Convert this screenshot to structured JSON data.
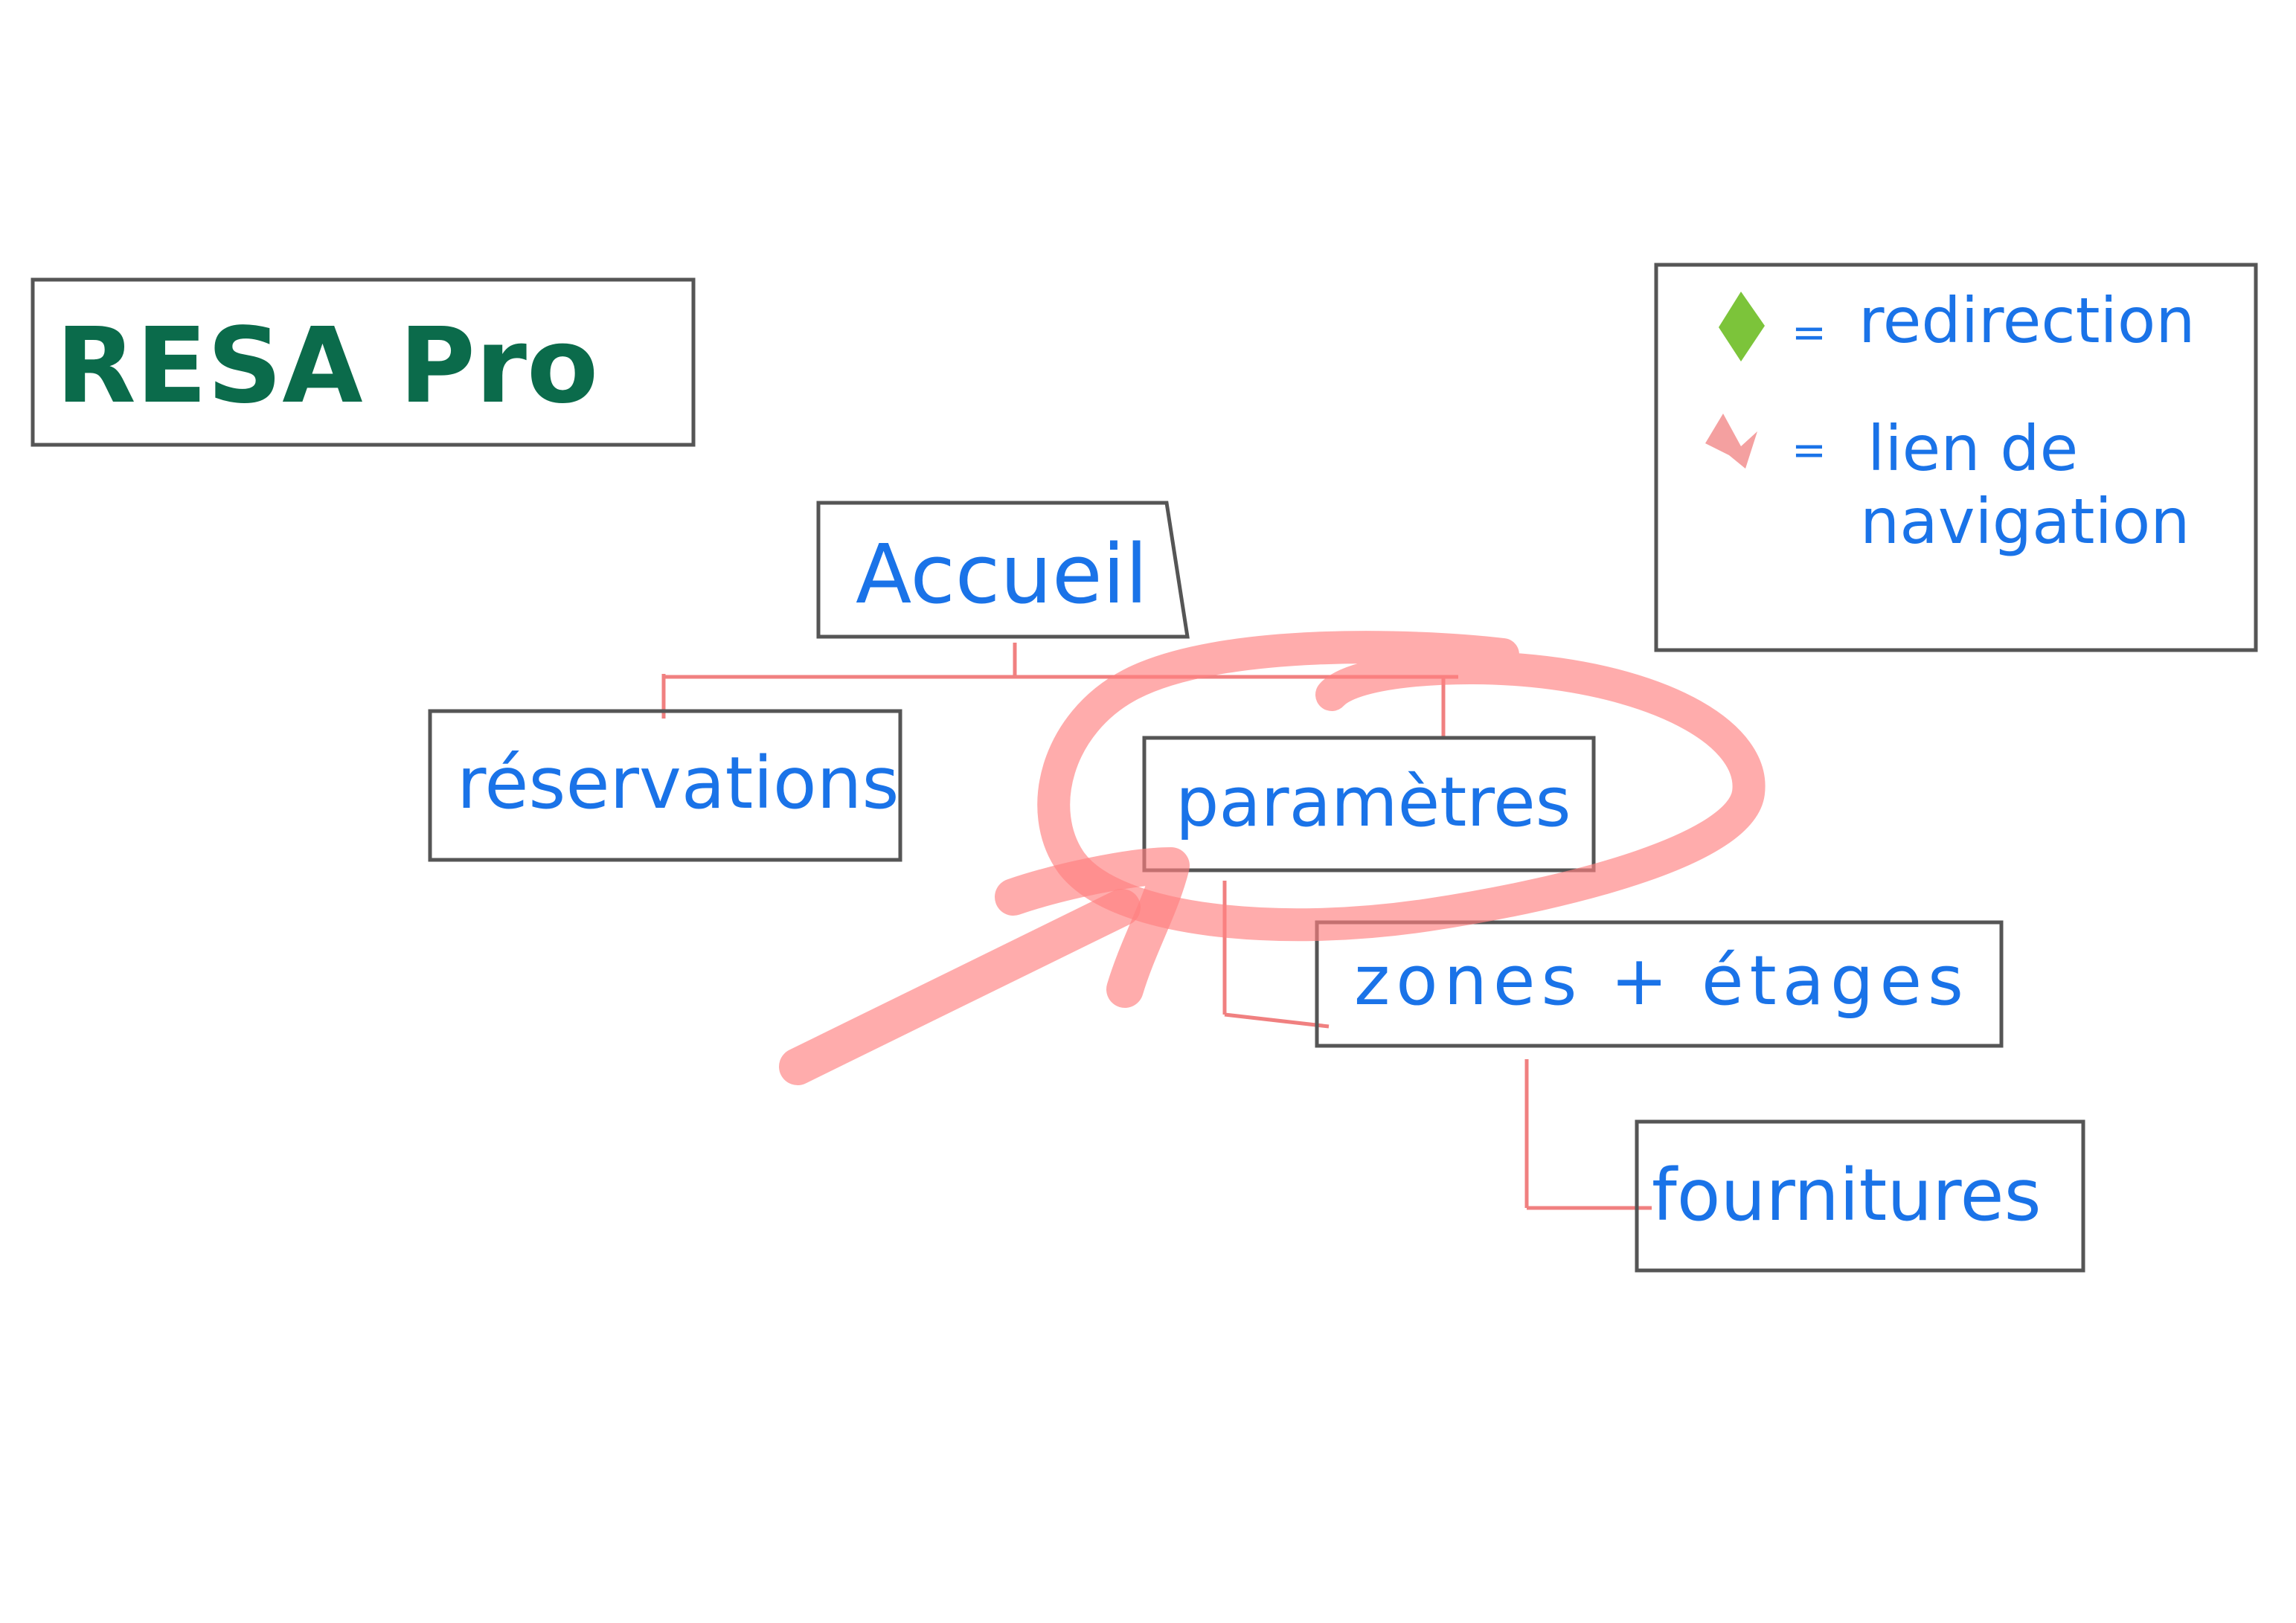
{
  "title": "RESA Pro",
  "nodes": {
    "accueil": "Accueil",
    "reservations": "réservations",
    "parametres": "paramètres",
    "zones": "zones + étages",
    "fournitures": "fournitures"
  },
  "legend": {
    "redirection_symbol": "=",
    "redirection_label": "redirection",
    "navigation_symbol": "=",
    "navigation_label_line1": "lien de",
    "navigation_label_line2": "navigation"
  },
  "colors": {
    "title": "#0b6b4b",
    "node_text": "#1a73e8",
    "box_border": "#555555",
    "nav_link": "#f08080",
    "highlight": "#ff8a8a",
    "redirection": "#7cc43a"
  }
}
